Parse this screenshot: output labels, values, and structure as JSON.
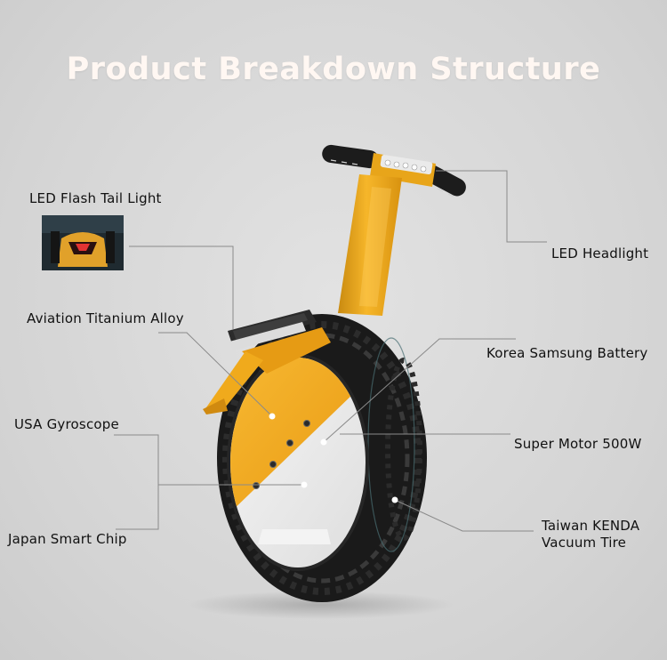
{
  "title": "Product Breakdown Structure",
  "labels": {
    "tail_light": "LED Flash Tail Light",
    "titanium": "Aviation Titanium Alloy",
    "gyroscope": "USA Gyroscope",
    "smart_chip": "Japan Smart Chip",
    "headlight": "LED Headlight",
    "battery": "Korea Samsung Battery",
    "motor": "Super Motor 500W",
    "tire_line1": "Taiwan KENDA",
    "tire_line2": "Vacuum Tire"
  },
  "colors": {
    "body_gold": "#f0aa1c",
    "panel_white": "#eeeeee",
    "tire": "#1a1a1a",
    "leader_line": "#8a8a8a",
    "title_text": "#fff7f2"
  },
  "icons": {
    "product": "electric-unicycle-image",
    "tail_light_photo": "tail-light-thumbnail"
  }
}
